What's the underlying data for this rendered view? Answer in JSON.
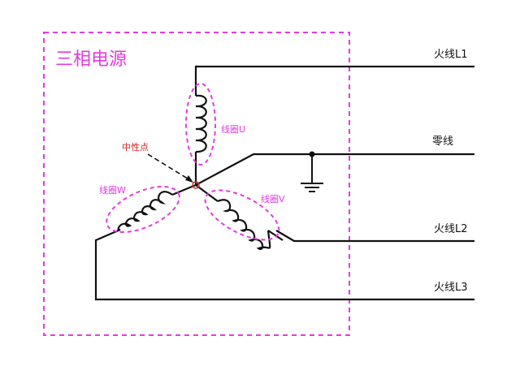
{
  "title": "三相电源",
  "neutral_point_label": "中性点",
  "coils": {
    "u": "线圈U",
    "v": "线圈V",
    "w": "线圈W"
  },
  "lines": {
    "l1": "火线L1",
    "neutral": "零线",
    "l2": "火线L2",
    "l3": "火线L3"
  },
  "colors": {
    "wire": "#111111",
    "highlight": "#e23be0",
    "annotation": "#d81e1e",
    "neutral_marker": "#c73a2a"
  }
}
